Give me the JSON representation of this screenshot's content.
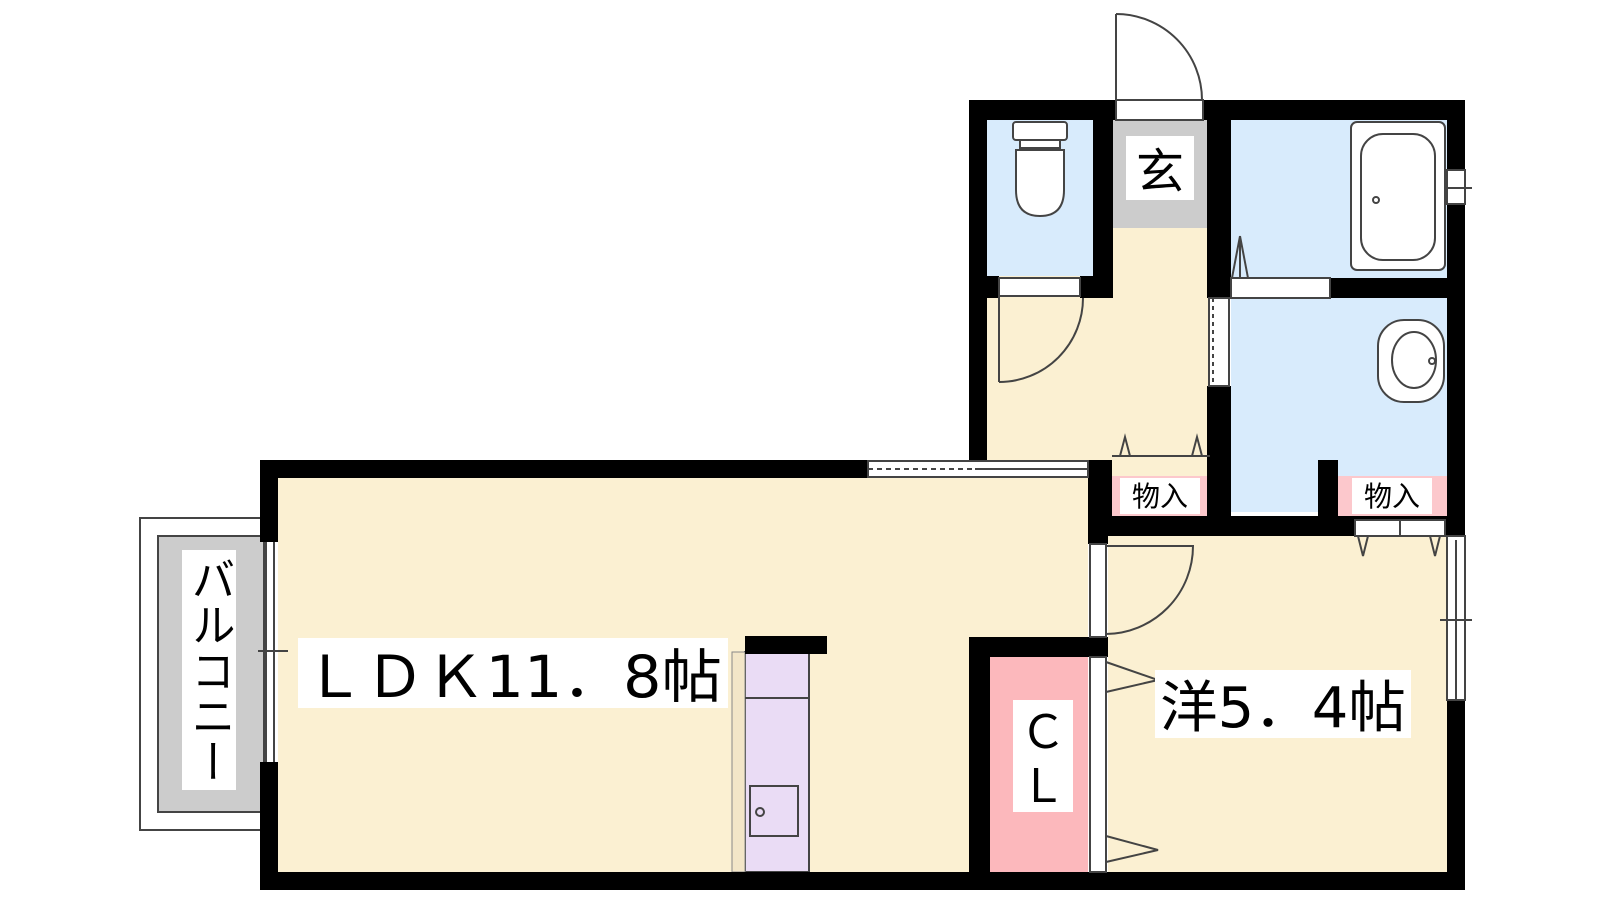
{
  "floorplan": {
    "rooms": {
      "ldk": "ＬＤＫ11．8帖",
      "western": "洋5．4帖",
      "entrance": "玄",
      "balcony": "バルコニー",
      "closet_line1": "Ｃ",
      "closet_line2": "Ｌ",
      "storage_left": "物入",
      "storage_right": "物入"
    },
    "colors": {
      "wall": "#000000",
      "living_floor": "#fbf0d2",
      "wet_area": "#d8ebfc",
      "entrance_tile": "#cccccc",
      "closet": "#fcb8bc",
      "storage": "#fcc8cc",
      "kitchen": "#eadcf5",
      "balcony": "#cccccc"
    }
  }
}
